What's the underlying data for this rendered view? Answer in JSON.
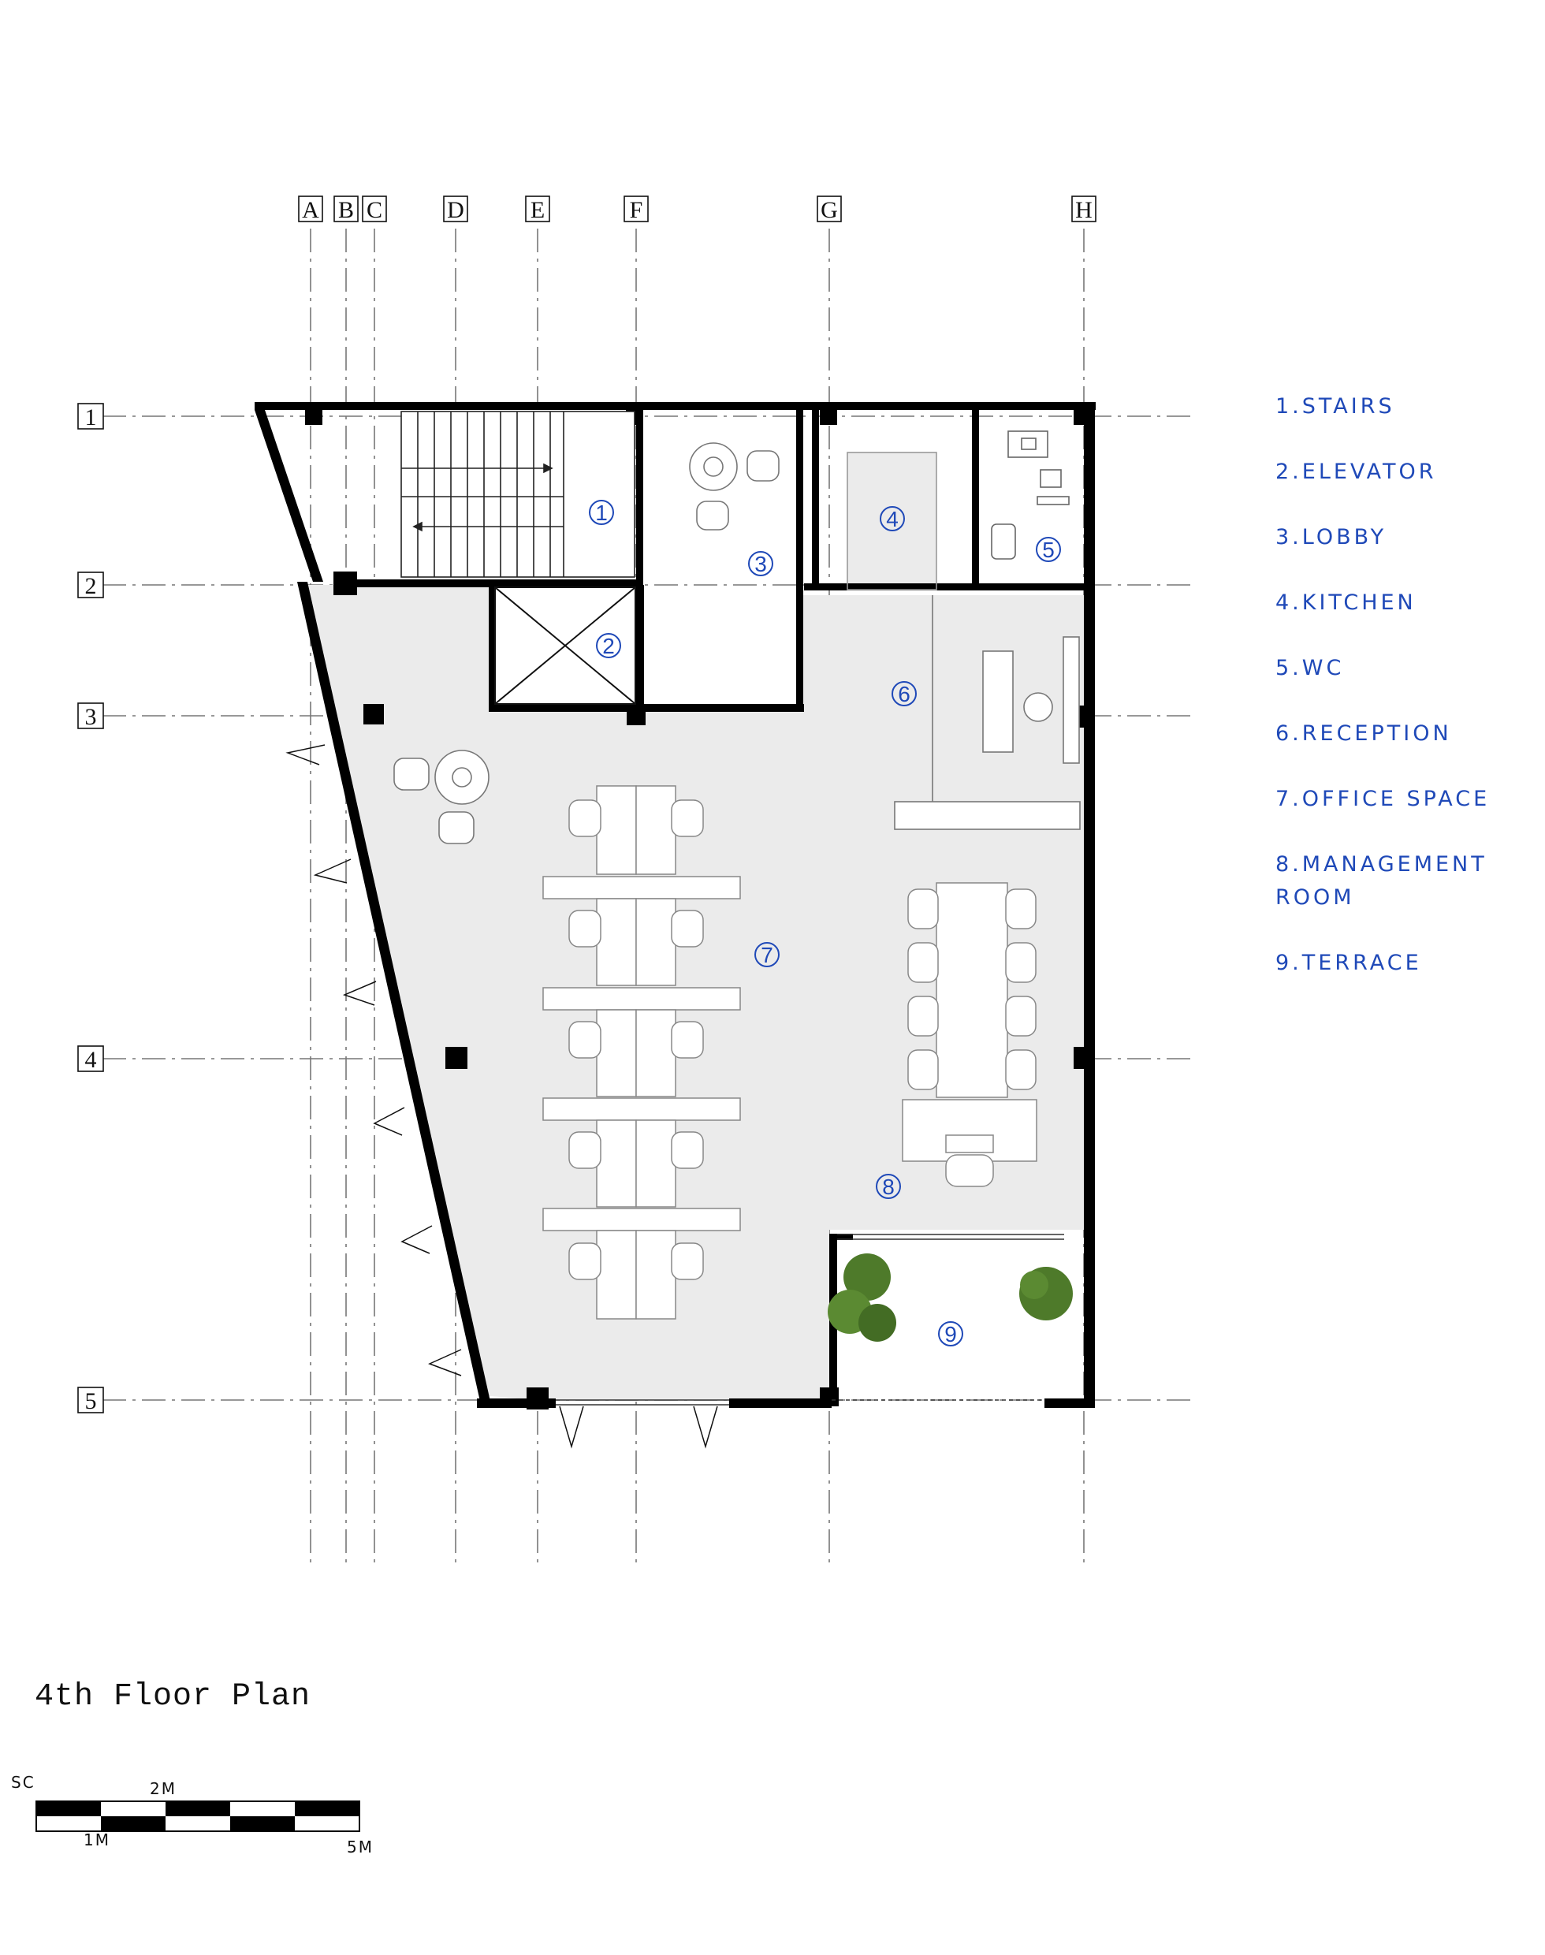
{
  "plan_title": "4th Floor Plan",
  "grid_columns": [
    "A",
    "B",
    "C",
    "D",
    "E",
    "F",
    "G",
    "H"
  ],
  "grid_rows": [
    "1",
    "2",
    "3",
    "4",
    "5"
  ],
  "room_numbers": [
    "1",
    "2",
    "3",
    "4",
    "5",
    "6",
    "7",
    "8",
    "9"
  ],
  "legend": [
    "1.STAIRS",
    "2.ELEVATOR",
    "3.LOBBY",
    "4.KITCHEN",
    "5.WC",
    "6.RECEPTION",
    "7.OFFICE SPACE",
    "8.MANAGEMENT ROOM",
    "9.TERRACE"
  ],
  "scale": {
    "label": "SC",
    "mark_1": "1M",
    "mark_2": "2M",
    "mark_5": "5M"
  },
  "colors": {
    "room_number": "#1f49b8",
    "floor_fill": "#ebebeb",
    "wall": "#000000",
    "tree": "#4e7a2a"
  }
}
